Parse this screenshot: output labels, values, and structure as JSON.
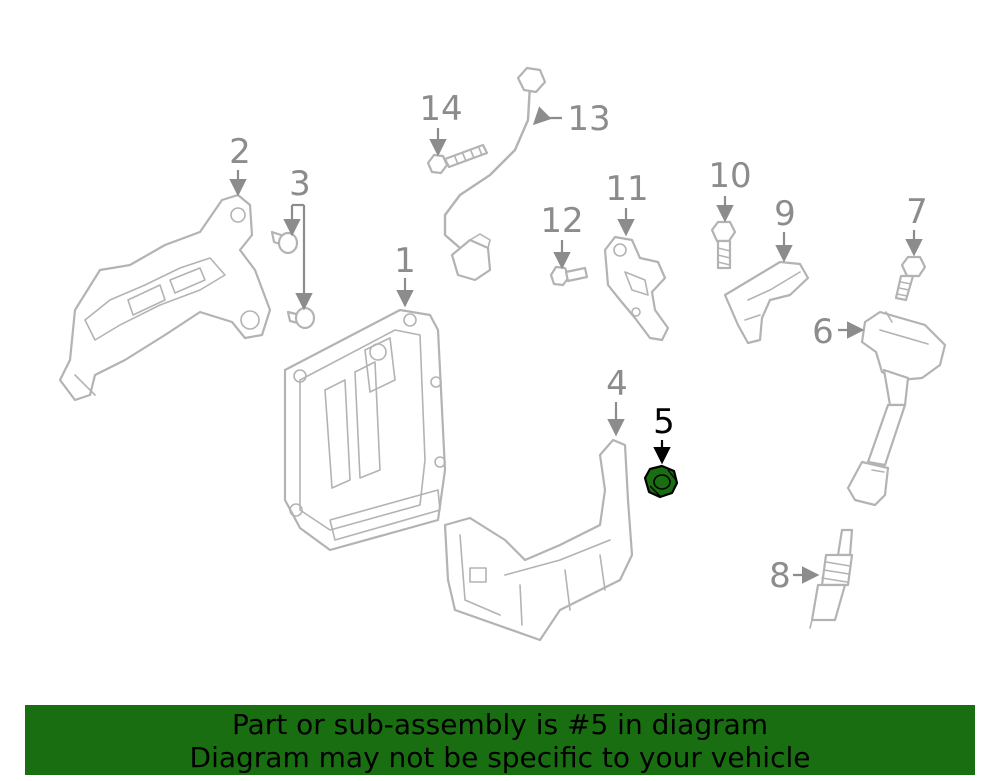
{
  "diagram": {
    "highlight_color": "#1a6e12",
    "callouts": {
      "c1": "1",
      "c2": "2",
      "c3": "3",
      "c4": "4",
      "c5": "5",
      "c6": "6",
      "c7": "7",
      "c8": "8",
      "c9": "9",
      "c10": "10",
      "c11": "11",
      "c12": "12",
      "c13": "13",
      "c14": "14"
    }
  },
  "banner": {
    "background": "#1a6e12",
    "line1": "Part or sub-assembly is #5 in diagram",
    "line2": "Diagram may not be specific to your vehicle"
  }
}
